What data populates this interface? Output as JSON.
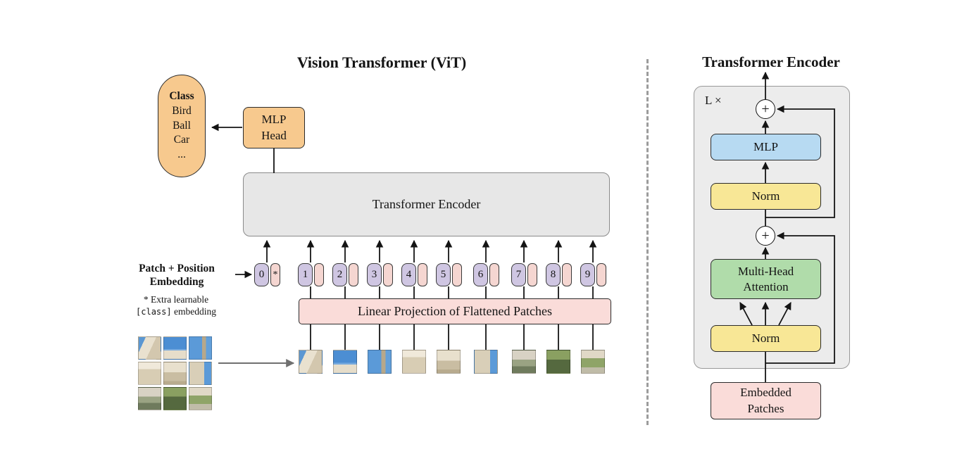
{
  "figure": {
    "left": {
      "title": "Vision Transformer (ViT)",
      "class_pill": {
        "heading": "Class",
        "items": [
          "Bird",
          "Ball",
          "Car",
          "..."
        ]
      },
      "mlp_head": "MLP\nHead",
      "encoder": "Transformer Encoder",
      "patch_position_embedding": "Patch + Position\nEmbedding",
      "footnote": {
        "line1": "* Extra learnable",
        "code": "[class]",
        "rest": " embedding"
      },
      "linear_projection": "Linear Projection of Flattened Patches",
      "class_token": {
        "number": "0",
        "star": "*"
      },
      "tokens": [
        "1",
        "2",
        "3",
        "4",
        "5",
        "6",
        "7",
        "8",
        "9"
      ]
    },
    "right": {
      "title": "Transformer Encoder",
      "loop": "L ×",
      "plus": "+",
      "mlp": "MLP",
      "norm_top": "Norm",
      "multi_head_attention": "Multi-Head\nAttention",
      "norm_bottom": "Norm",
      "embedded_patches": "Embedded\nPatches"
    },
    "colors": {
      "orange": "#F7C98E",
      "lavender": "#CFC6E2",
      "pink": "#F5D6D1",
      "pink_box": "#FADCD9",
      "gray_box": "#E7E7E7",
      "panel": "#ECECEC",
      "blue": "#B7DAF2",
      "yellow": "#F8E796",
      "green": "#B0DCAA"
    }
  }
}
